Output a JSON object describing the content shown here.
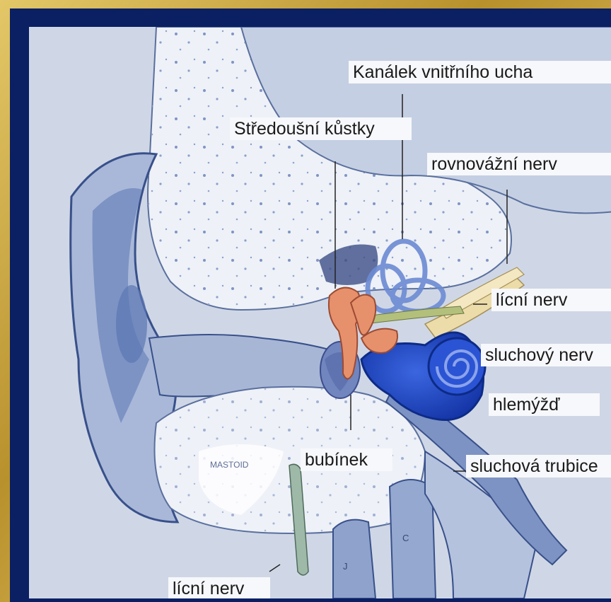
{
  "colors": {
    "frame_gold": "#c9a43c",
    "frame_blue": "#0b1f63",
    "background": "#cfd7e6",
    "tissue_blue": "#6e85b8",
    "cochlea_blue": "#1f48c8",
    "ossicles": "#e7916c",
    "nerve": "#ecdcaa",
    "label_bg": "#f7f8fb"
  },
  "labels": {
    "inner_ear_canal": "Kanálek vnitřního ucha",
    "middle_ear_ossicles": "Středoušní kůstky",
    "vestibular_nerve": "rovnovážní nerv",
    "facial_nerve_upper": "lícní nerv",
    "auditory_nerve": "sluchový nerv",
    "cochlea": "hlemýžď",
    "eustachian_tube": "sluchová trubice",
    "eardrum": "bubínek",
    "facial_nerve_lower": "lícní nerv",
    "mastoid": "MASTOID",
    "bone_j": "J",
    "bone_c": "C"
  }
}
